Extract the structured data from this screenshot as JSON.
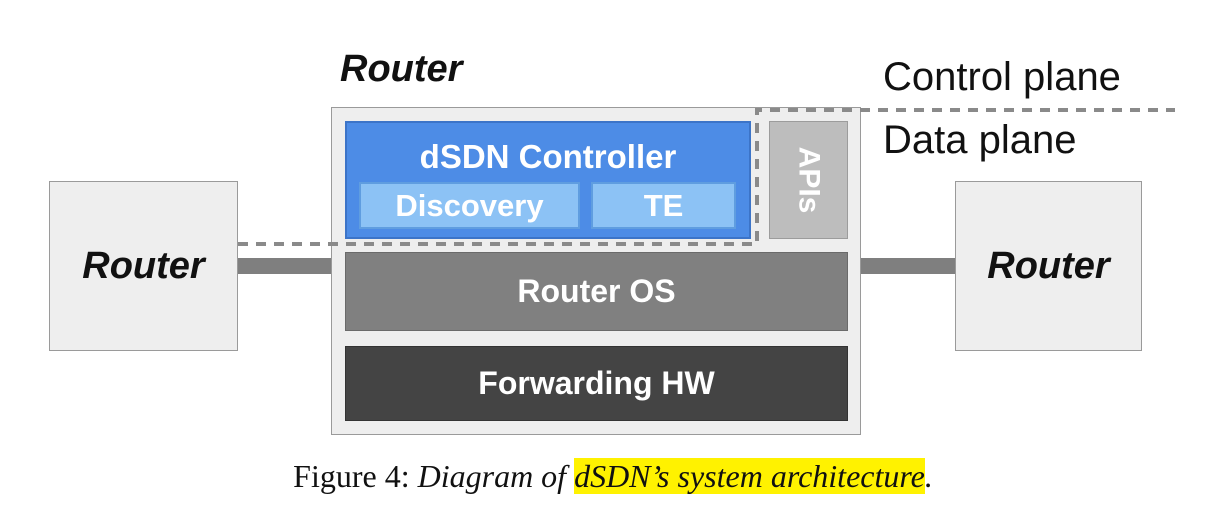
{
  "diagram": {
    "top_router_label": "Router",
    "left_router_label": "Router",
    "right_router_label": "Router",
    "controller_label": "dSDN Controller",
    "discovery_label": "Discovery",
    "te_label": "TE",
    "apis_label": "APIs",
    "router_os_label": "Router OS",
    "forwarding_hw_label": "Forwarding HW",
    "control_plane_label": "Control plane",
    "data_plane_label": "Data plane"
  },
  "caption": {
    "prefix": "Figure 4:",
    "italic_text": "Diagram of",
    "highlighted_text": "dSDN’s system architecture",
    "suffix": "."
  },
  "colors": {
    "controller_blue": "#4d8ce6",
    "submodule_blue": "#8cc2f5",
    "router_os_gray": "#808080",
    "forwarding_hw_dark": "#444444",
    "apis_gray": "#bdbdbd",
    "highlight_yellow": "#fff200"
  }
}
